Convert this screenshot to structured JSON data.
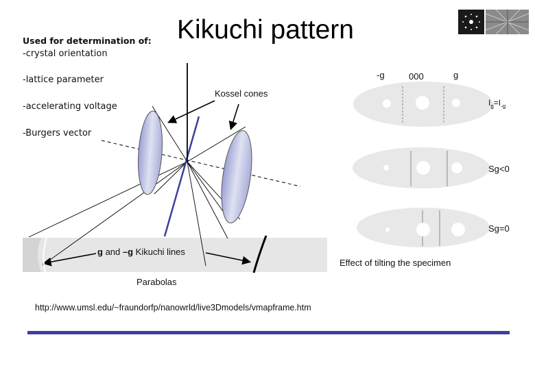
{
  "title": "Kikuchi pattern",
  "left_list": {
    "heading": "Used for determination of:",
    "items": [
      "-crystal orientation",
      "-lattice parameter",
      "-accelerating voltage",
      "-Burgers vector"
    ]
  },
  "diagram": {
    "kossel_label": "Kossel cones",
    "kikuchi_lines_bold_1": "g",
    "kikuchi_lines_and": " and ",
    "kikuchi_lines_bold_2": "–g",
    "kikuchi_lines_rest": " Kikuchi lines",
    "parabolas_label": "Parabolas"
  },
  "tilt_panel": {
    "reflections": {
      "neg": "-g",
      "zero": "000",
      "pos": "g"
    },
    "intensity_label_main": "I",
    "intensity_sub_g": "g",
    "intensity_eq": "=I",
    "intensity_sub_negg": "-g",
    "states": [
      "Sg<0",
      "Sg=0"
    ],
    "caption": "Effect of tilting the specimen"
  },
  "source_url": "http://www.umsl.edu/~fraundorfp/nanowrld/live3Dmodels/vmapframe.htm",
  "colors": {
    "rule": "#3f3f9c",
    "plane": "#3b3f9a",
    "ellipse_fill": "#e8e8e8",
    "screen_fill": "#e6e6e6",
    "cone_fill": "#b9bde0"
  },
  "icons": [
    "diffraction-pattern-thumbnail",
    "kikuchi-texture-thumbnail"
  ]
}
